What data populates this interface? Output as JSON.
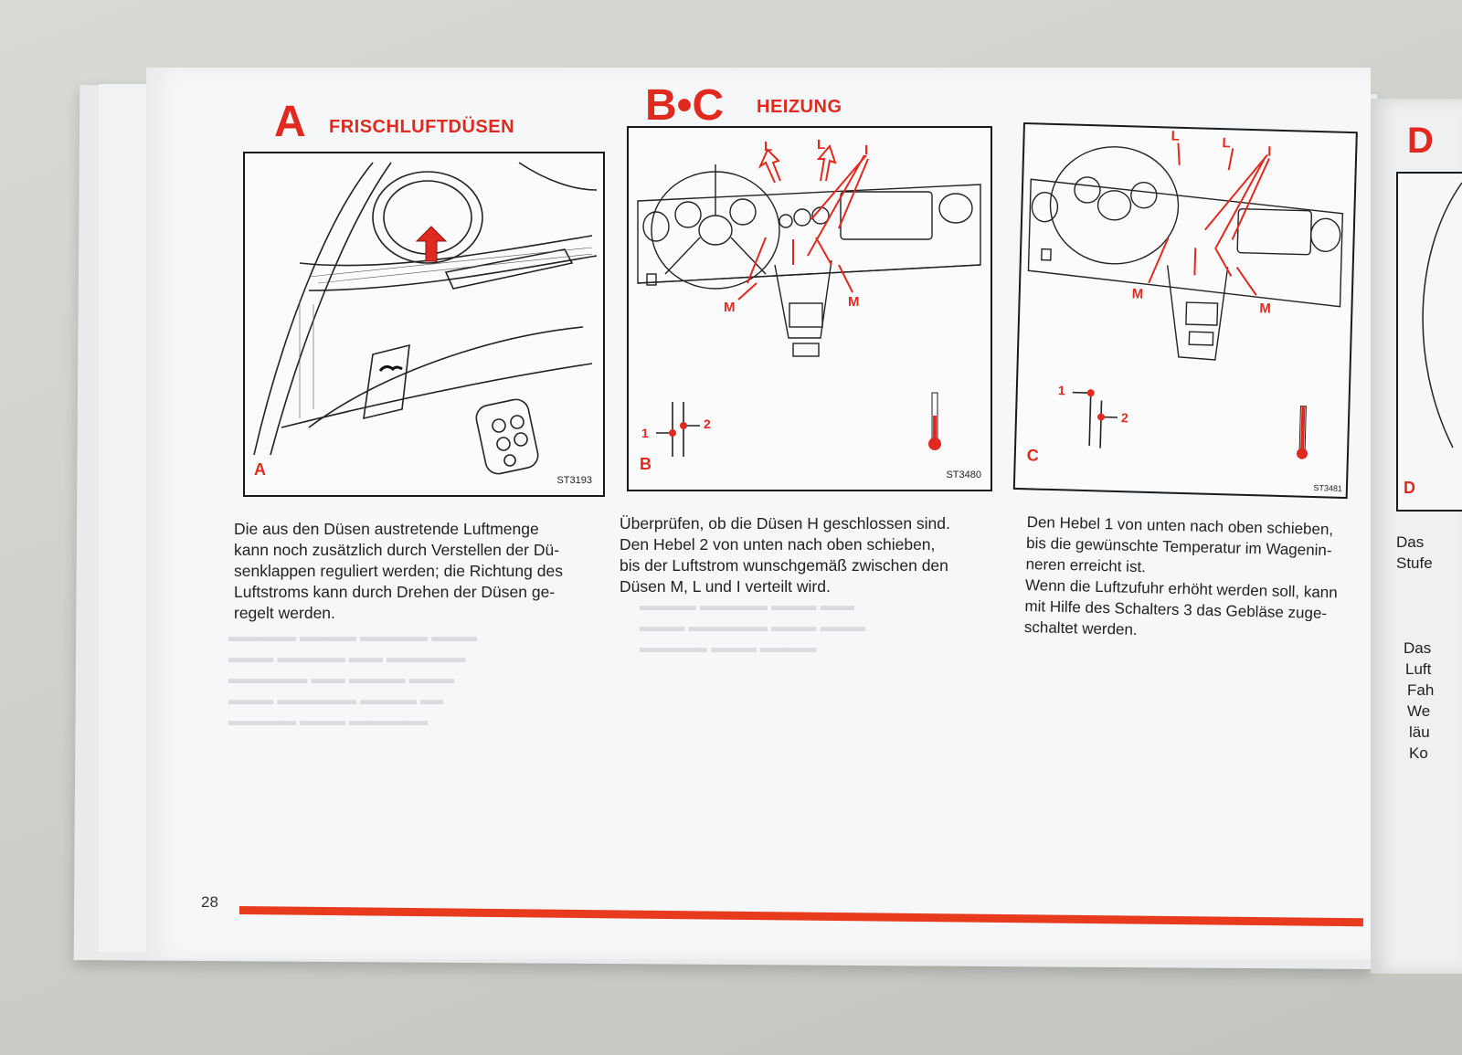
{
  "sections": {
    "a": {
      "letter": "A",
      "title": "FRISCHLUFTDÜSEN"
    },
    "bc": {
      "letter": "B•C",
      "title": "HEIZUNG"
    },
    "d": {
      "letter": "D"
    }
  },
  "figures": {
    "a": {
      "label": "A",
      "code": "ST3193"
    },
    "b": {
      "label": "B",
      "code": "ST3480",
      "lever_1": "1",
      "lever_2": "2",
      "arrow_l1": "L",
      "arrow_l2": "L",
      "arrow_i": "I",
      "arrow_m1": "M",
      "arrow_m2": "M"
    },
    "c": {
      "label": "C",
      "code": "ST3481",
      "lever_1": "1",
      "lever_2": "2",
      "arrow_l1": "L",
      "arrow_l2": "L",
      "arrow_i": "I",
      "arrow_m1": "M",
      "arrow_m2": "M"
    },
    "d": {
      "label": "D"
    }
  },
  "text": {
    "a": [
      "Die aus den Düsen austretende Luftmenge",
      "kann noch zusätzlich durch Verstellen der Dü-",
      "senklappen reguliert werden; die Richtung des",
      "Luftstroms kann durch Drehen der Düsen ge-",
      "regelt werden."
    ],
    "b": [
      "Überprüfen, ob die Düsen H geschlossen sind.",
      "Den Hebel 2 von unten nach oben schieben,",
      "bis der Luftstrom wunschgemäß zwischen den",
      "Düsen M, L und I verteilt wird."
    ],
    "c": [
      "Den Hebel 1 von unten nach oben schieben,",
      "bis die gewünschte Temperatur im Wagenin-",
      "neren erreicht ist.",
      "Wenn die Luftzufuhr erhöht werden soll, kann",
      "mit Hilfe des Schalters 3 das Gebläse zuge-",
      "schaltet werden."
    ],
    "d_partial": [
      "Das",
      "Stufe",
      "Das",
      "Luft",
      "Fah",
      "We",
      "läu",
      "Ko"
    ]
  },
  "page_number": "28",
  "colors": {
    "accent_red": "#e02a20",
    "rule_red": "#e83a1c",
    "page": "#f6f7f9"
  }
}
